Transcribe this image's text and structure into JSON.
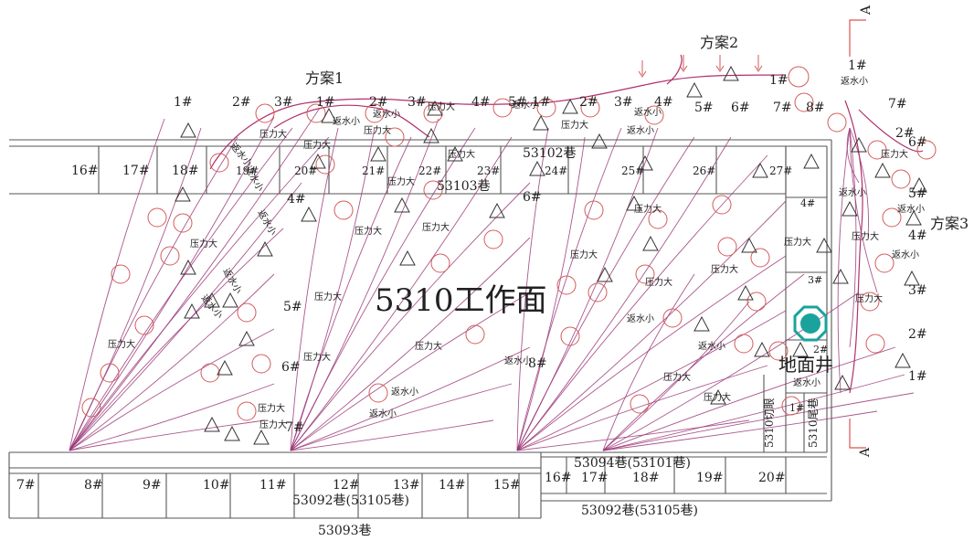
{
  "title": "5310工作面",
  "well_label": "地面井",
  "section_letter_top": "A",
  "section_letter_bottom": "A",
  "schemes": [
    "方案1",
    "方案2",
    "方案3"
  ],
  "tunnels": {
    "t53102": "53102巷",
    "t53103": "53103巷",
    "t53094": "53094巷(53101巷)",
    "t53092_inner": "53092巷(53105巷)",
    "t53092_outer": "53092巷(53105巷)",
    "t53093": "53093巷",
    "cut_tunnel": "5310切眼",
    "tail_tunnel": "5310尾巷"
  },
  "top_row_blocks": [
    "16#",
    "17#",
    "18#",
    "19#",
    "20#",
    "21#",
    "22#",
    "23#",
    "24#",
    "25#",
    "26#",
    "27#"
  ],
  "bottom_row_blocks": [
    "7#",
    "8#",
    "9#",
    "10#",
    "11#",
    "12#",
    "13#",
    "14#",
    "15#",
    "16#",
    "17#",
    "18#",
    "19#",
    "20#"
  ],
  "right_column_blocks": [
    "4#",
    "3#",
    "2#",
    "1#"
  ],
  "scheme1_holes": [
    "1#",
    "2#",
    "3#",
    "1#",
    "2#",
    "3#",
    "4#",
    "5#",
    "1#"
  ],
  "scheme2_holes": [
    "2#",
    "3#",
    "4#",
    "5#",
    "6#",
    "7#",
    "8#",
    "1#"
  ],
  "scheme3_holes": [
    "1#",
    "7#",
    "2#",
    "6#",
    "5#",
    "4#",
    "3#",
    "2#",
    "1#"
  ],
  "field_sites": [
    "4#",
    "5#",
    "6#",
    "7#",
    "6#",
    "8#"
  ],
  "annotation_high_pressure": "压力大",
  "annotation_water_return": "返水小",
  "colors": {
    "hole_line": "#9c3a7a",
    "cavity_circle": "#d45a5a",
    "well": "#1aa39c"
  }
}
